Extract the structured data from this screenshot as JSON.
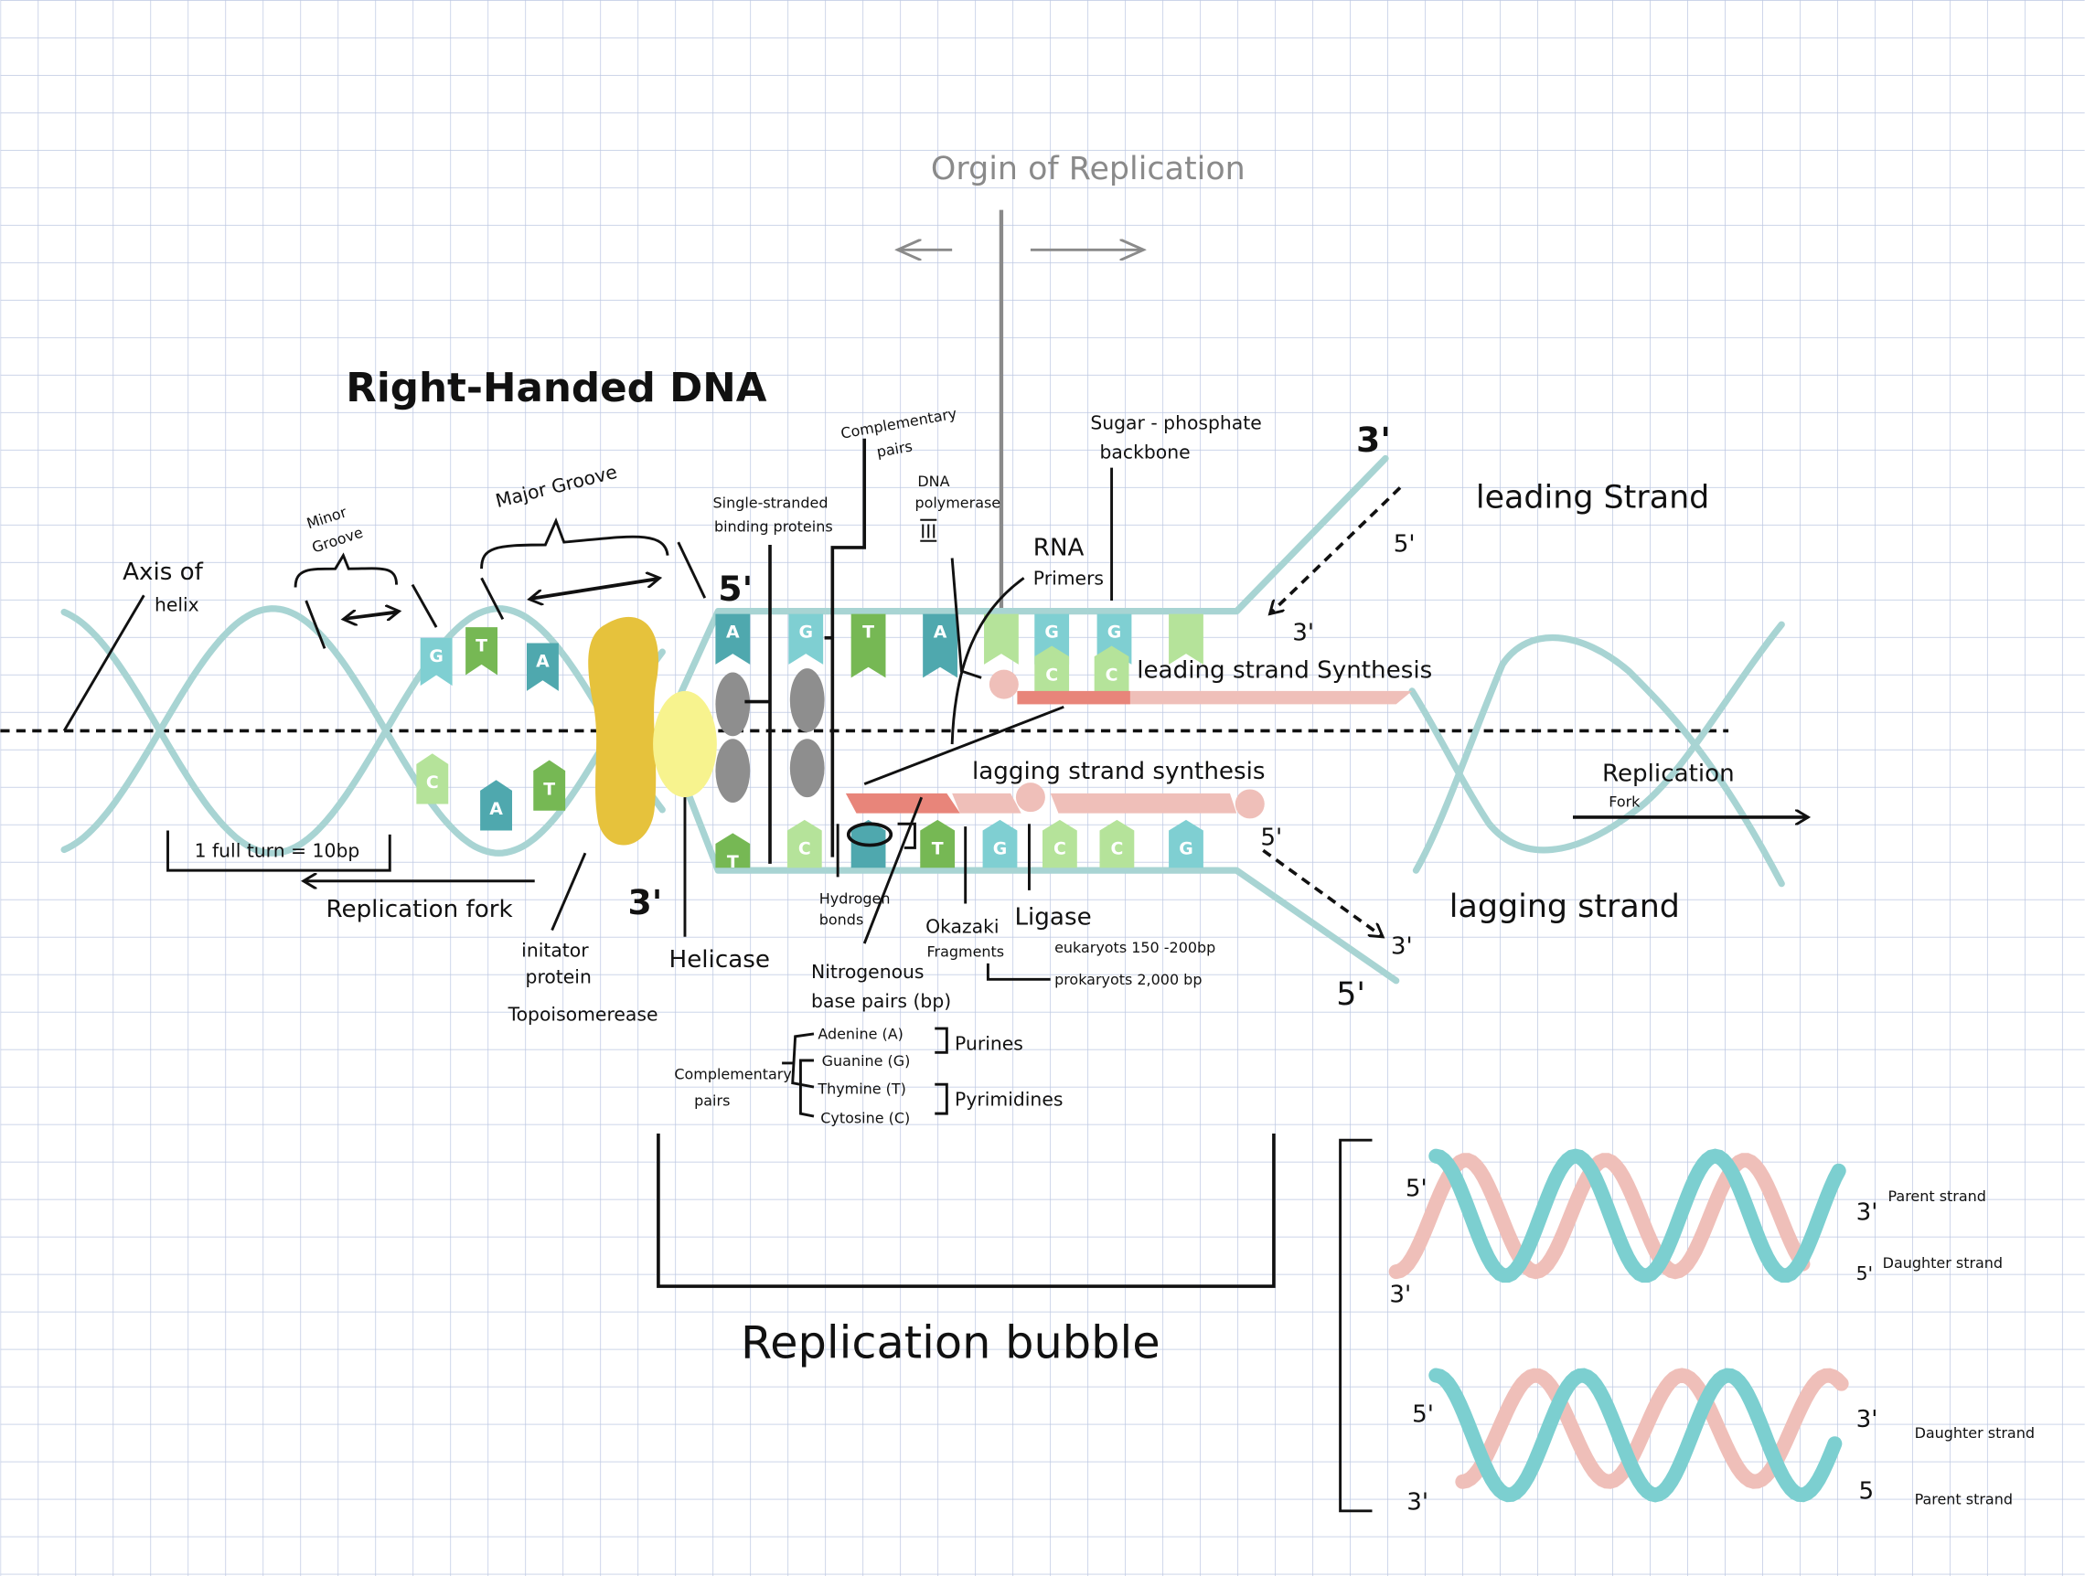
{
  "colors": {
    "backbone": "#a8d4d3",
    "base_teal": "#4fa8ae",
    "base_light_teal": "#7fcfd2",
    "base_green": "#76b854",
    "base_light_green": "#b5e39a",
    "ssb_protein": "#8e8e8e",
    "helicase": "#f7f38e",
    "topoisomerase": "#e6c23c",
    "primer": "#e8857a",
    "new_strand": "#efbfb9",
    "grid": "#bcc7e2"
  },
  "origin": {
    "title": "Orgin of Replication"
  },
  "title": "Right-Handed DNA",
  "labels": {
    "axis_1": "Axis of",
    "axis_2": "helix",
    "minor_1": "Minor",
    "minor_2": "Groove",
    "major": "Major Groove",
    "full_turn": "1 full turn = 10bp",
    "replication_fork_left": "Replication fork",
    "initiator_1": "initator",
    "initiator_2": "protein",
    "topoisomerase": "Topoisomerease",
    "helicase": "Helicase",
    "ssb_1": "Single-stranded",
    "ssb_2": "binding proteins",
    "comp_1": "Complementary",
    "comp_2": "pairs",
    "dnapol_1": "DNA",
    "dnapol_2": "polymerase",
    "dnapol_3": "III",
    "rna_1": "RNA",
    "rna_2": "Primers",
    "sugar_1": "Sugar - phosphate",
    "sugar_2": "backbone",
    "leading_synthesis": "leading strand Synthesis",
    "lagging_synthesis": "lagging strand synthesis",
    "hydrogen_1": "Hydrogen",
    "hydrogen_2": "bonds",
    "nitro_1": "Nitrogenous",
    "nitro_2": "base pairs (bp)",
    "okazaki_1": "Okazaki",
    "okazaki_2": "Fragments",
    "ligase": "Ligase",
    "eukaryotes": "eukaryots 150 -200bp",
    "prokaryotes": "prokaryots 2,000 bp",
    "leading_strand": "leading Strand",
    "lagging_strand": "lagging strand",
    "fork_1": "Replication",
    "fork_2": "Fork",
    "bubble": "Replication bubble",
    "five_prime": "5'",
    "three_prime": "3'",
    "five_plain": "5"
  },
  "bases_legend": {
    "pairs_1": "Complementary",
    "pairs_2": "pairs",
    "items": [
      "Adenine (A)",
      "Guanine (G)",
      "Thymine (T)",
      "Cytosine (C)"
    ],
    "purines": "Purines",
    "pyrimidines": "Pyrimidines"
  },
  "helix_bases": {
    "top": [
      "G",
      "T",
      "A"
    ],
    "bottom": [
      "C",
      "A",
      "T"
    ]
  },
  "bubble_bases": {
    "top": [
      "A",
      "G",
      "T",
      "A",
      "",
      "G",
      "G",
      ""
    ],
    "top_pairs": [
      "C",
      "C"
    ],
    "bottom": [
      "T",
      "C",
      "",
      "T",
      "G",
      "C",
      "C",
      "G"
    ]
  },
  "panel": {
    "parent_strand": "Parent strand",
    "daughter_strand": "Daughter strand"
  }
}
